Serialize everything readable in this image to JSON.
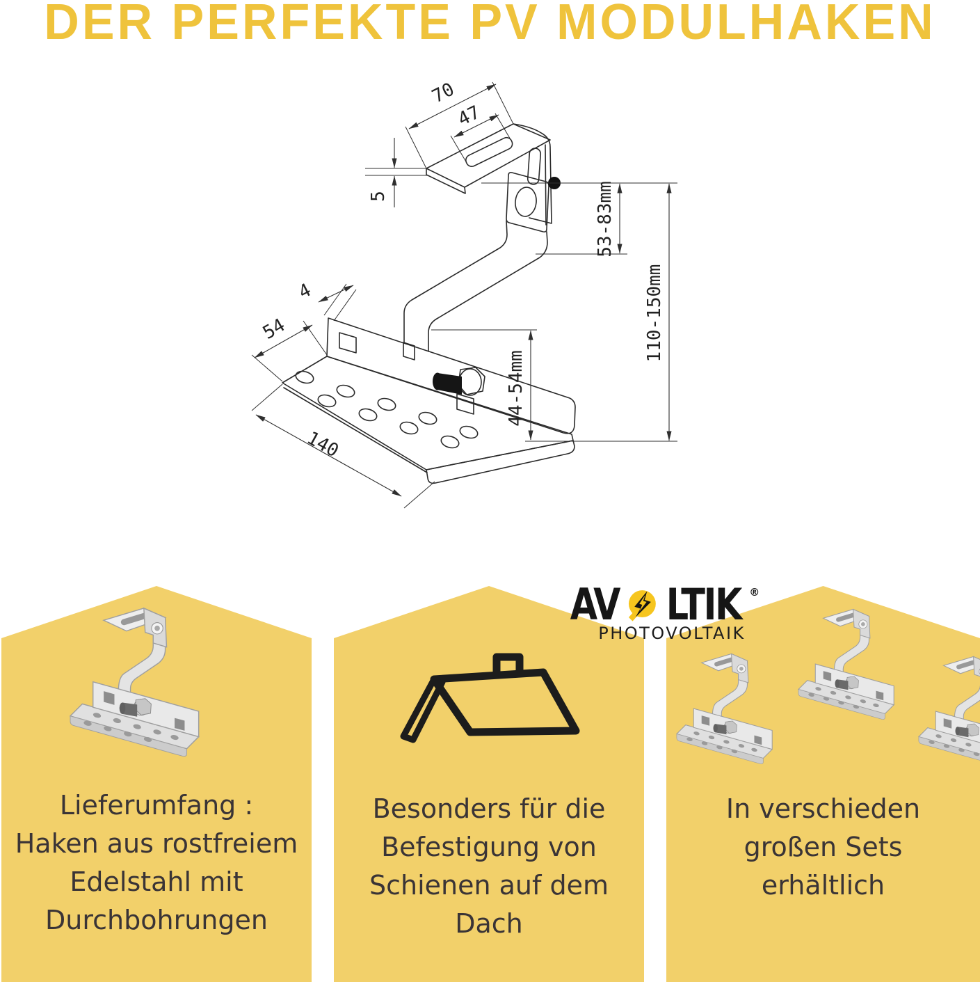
{
  "title": "DER PERFEKTE PV MODULHAKEN",
  "drawing": {
    "description": "isometric technical drawing of adjustable stainless roof hook",
    "dimensions": {
      "top_plate_width": "70",
      "slot_length": "47",
      "plate_thickness": "5",
      "upper_adjust_range": "53-83mm",
      "total_height_range": "110-150mm",
      "base_sheet_thickness": "4",
      "base_depth": "54",
      "lower_adjust_range": "44-54mm",
      "base_length": "140"
    }
  },
  "logo": {
    "brand_left": "AV",
    "brand_right": "LTIK",
    "registered": "®",
    "subtitle": "PHOTOVOLTAIK",
    "bolt_icon": "lightning-bolt-in-circle"
  },
  "panels": [
    {
      "name": "lieferumfang",
      "image": "roof-hook-photo",
      "lines": [
        "Lieferumfang :",
        "Haken aus rostfreiem",
        "Edelstahl mit",
        "Durchbohrungen"
      ]
    },
    {
      "name": "befestigung",
      "image": "roof-outline-icon",
      "lines": [
        "Besonders für die",
        "Befestigung von",
        "Schienen auf dem Dach"
      ]
    },
    {
      "name": "sets",
      "image": "three-roof-hooks-photo",
      "lines": [
        "In verschieden",
        "großen Sets",
        "erhältlich"
      ]
    }
  ],
  "colors": {
    "title_yellow": "#EFC33C",
    "panel_yellow": "#F2D06A",
    "logo_yellow": "#F6C51E",
    "text_dark": "#3A3436",
    "line_art": "#2A2A2A"
  }
}
